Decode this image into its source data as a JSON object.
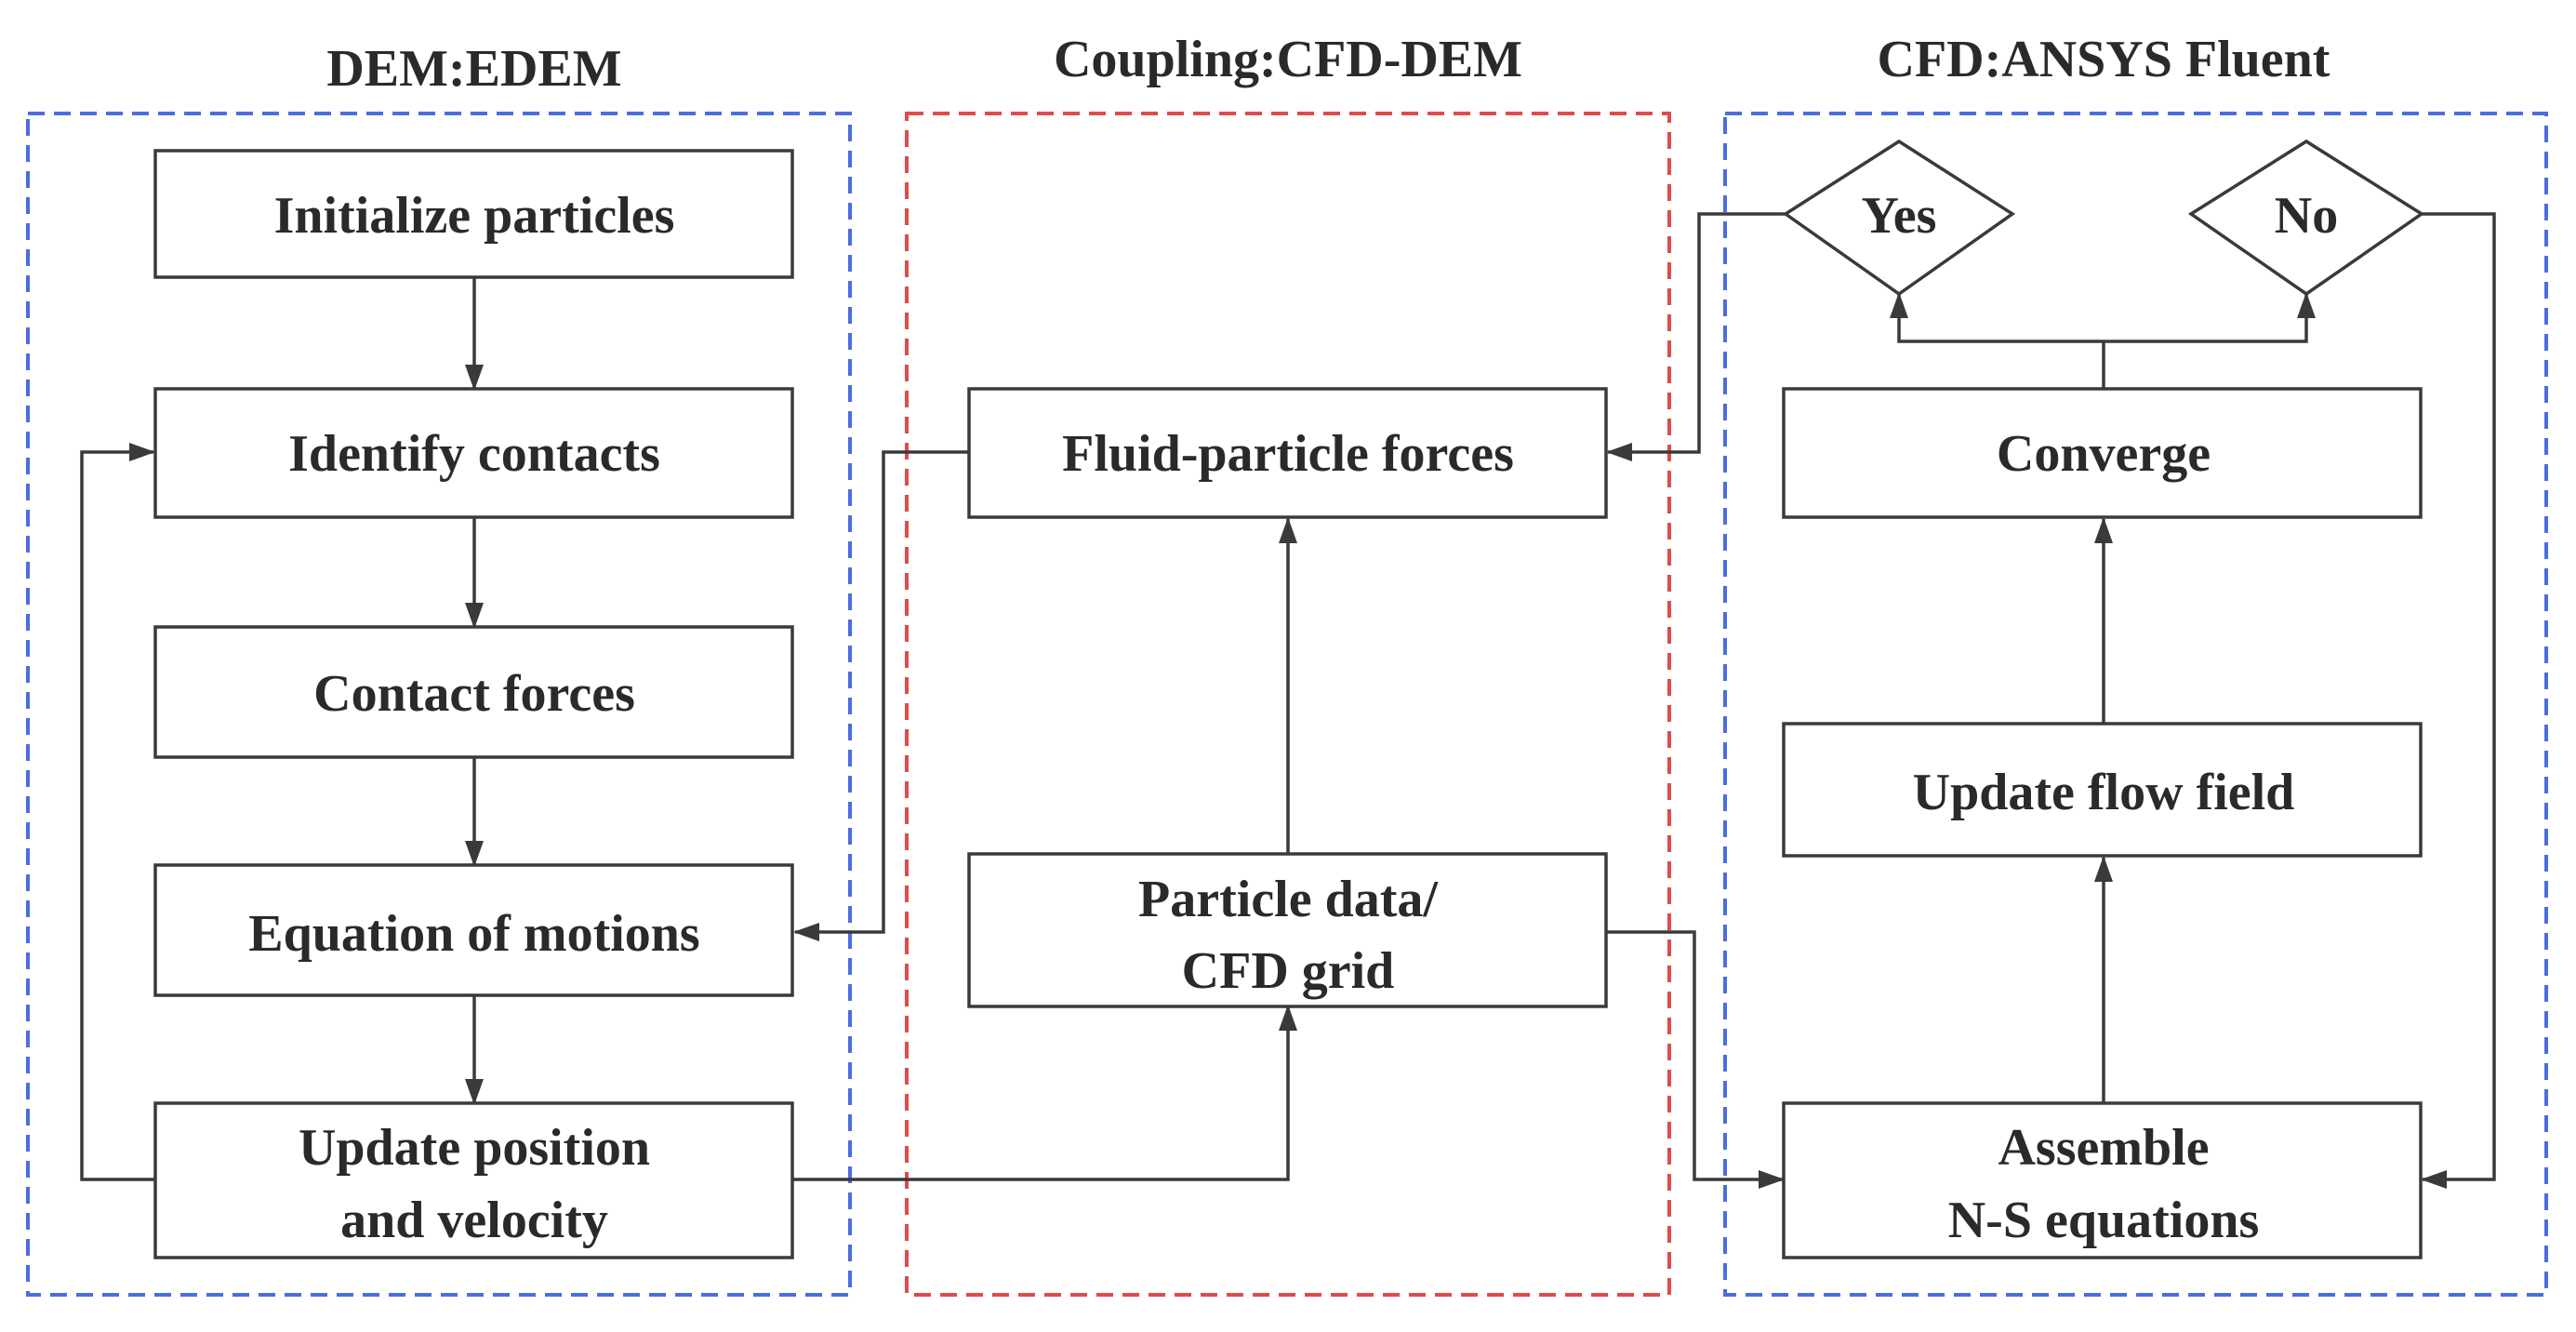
{
  "regions": {
    "dem": {
      "title": "DEM:EDEM",
      "border_color": "#4a6ee0"
    },
    "coupling": {
      "title": "Coupling:CFD-DEM",
      "border_color": "#e04a4a"
    },
    "cfd": {
      "title": "CFD:ANSYS Fluent",
      "border_color": "#4a6ee0"
    }
  },
  "nodes": {
    "initialize": {
      "lines": [
        "Initialize particles"
      ]
    },
    "identify": {
      "lines": [
        "Identify contacts"
      ]
    },
    "contact_forces": {
      "lines": [
        "Contact forces"
      ]
    },
    "equation": {
      "lines": [
        "Equation of motions"
      ]
    },
    "update_position": {
      "lines": [
        "Update position",
        "and velocity"
      ]
    },
    "fluid_forces": {
      "lines": [
        "Fluid-particle forces"
      ]
    },
    "particle_data": {
      "lines": [
        "Particle data/",
        "CFD grid"
      ]
    },
    "yes": {
      "lines": [
        "Yes"
      ]
    },
    "no": {
      "lines": [
        "No"
      ]
    },
    "converge": {
      "lines": [
        "Converge"
      ]
    },
    "update_flow": {
      "lines": [
        "Update flow field"
      ]
    },
    "assemble": {
      "lines": [
        "Assemble",
        "N-S equations"
      ]
    }
  }
}
